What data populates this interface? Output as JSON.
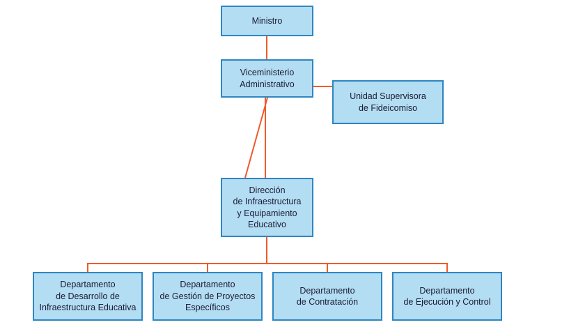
{
  "theme": {
    "node_fill": "#b3ddf2",
    "node_border": "#2e86c1",
    "connector_color": "#f15a29",
    "text_color": "#1b1b35"
  },
  "nodes": {
    "ministro": {
      "label": "Ministro"
    },
    "viceministerio_administrativo": {
      "label": "Viceministerio\nAdministrativo"
    },
    "unidad_supervisora_fideicomiso": {
      "label": "Unidad Supervisora\nde Fideicomiso"
    },
    "direccion_infraestructura": {
      "label": "Dirección\nde Infraestructura\ny Equipamiento\nEducativo"
    },
    "departamento_desarrollo": {
      "label": "Departamento\nde Desarrollo de\nInfraestructura Educativa"
    },
    "departamento_gestion_proyectos": {
      "label": "Departamento\nde Gestión de Proyectos\nEspecíficos"
    },
    "departamento_contratacion": {
      "label": "Departamento\nde Contratación"
    },
    "departamento_ejecucion_control": {
      "label": "Departamento\nde Ejecución y Control"
    }
  }
}
